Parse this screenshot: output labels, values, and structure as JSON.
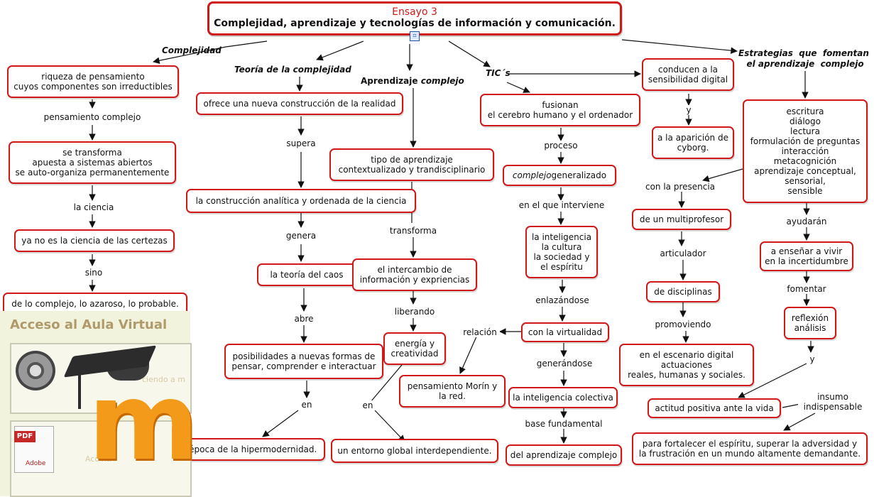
{
  "title": {
    "small": "Ensayo 3",
    "main": "Complejidad, aprendizaje y tecnologías de información y comunicación."
  },
  "branch_labels": {
    "complejidad": "Complejidad",
    "teoria": "Teoría  de  la  complejidad",
    "aprendizaje_1": "Aprendizaje ",
    "aprendizaje_2": "complejo",
    "tics": "TIC´s",
    "estrategias": "Estrategias  que  fomentan\n el aprendizaje  complejo"
  },
  "nodes": {
    "riqueza": "riqueza de pensamiento\ncuyos componentes son irreductibles",
    "se_transforma": "se transforma\napuesta a sistemas abiertos\nse auto-organiza permanentemente",
    "ya_no_es": "ya no es la ciencia de las certezas",
    "de_lo_complejo": "de lo complejo, lo azaroso, lo probable.",
    "ofrece": "ofrece una nueva construcción de la realidad",
    "construccion_analitica": "la construcción analítica y ordenada de la ciencia",
    "teoria_caos": "la teoría del caos",
    "posibilidades": "posibilidades a nuevas formas de\npensar, comprender e interactuar",
    "epoca": "la época de la hipermodernidad.",
    "tipo_aprendizaje": "tipo de aprendizaje\ncontextualizado y trandisciplinario",
    "intercambio": "el intercambio de\ninformación y expriencias",
    "energia": "energía y\ncreatividad",
    "entorno_global": "un entorno global interdependiente.",
    "pensamiento_morin": "pensamiento Morín y\nla red.",
    "fusionan": "fusionan\nel cerebro humano y el ordenador",
    "complejo_generalizado_a": "complejo",
    "complejo_generalizado_b": "  generalizado",
    "inteligencia_cultura": "la inteligencia\nla cultura\nla sociedad y\nel espíritu",
    "con_virtualidad": "con la virtualidad",
    "inteligencia_colectiva": "la inteligencia colectiva",
    "del_aprendizaje": "del aprendizaje complejo",
    "conducen": "conducen a la\nsensibilidad digital",
    "cyborg": "a la aparición de\ncyborg.",
    "multiprofesor": "de un multiprofesor",
    "disciplinas": "de disciplinas",
    "escenario_digital": "en el escenario digital\nactuaciones\nreales, humanas y sociales.",
    "escritura": "escritura\ndiálogo\nlectura\nformulación de preguntas\ninteracción\nmetacognición\naprendizaje conceptual,\nsensorial,\nsensible",
    "ensenar": "a enseñar a vivir\nen la incertidumbre",
    "reflexion": "reflexión\nanálisis",
    "actitud": "actitud positiva ante la vida",
    "fortalecer": "para fortalecer el espíritu, superar la adversidad y\nla frustración en un mundo altamente demandante."
  },
  "links": {
    "pensamiento_complejo": "pensamiento complejo",
    "la_ciencia": "la ciencia",
    "sino": "sino",
    "supera": "supera",
    "genera": "genera",
    "abre": "abre",
    "en_1": "en",
    "transforma": "transforma",
    "liberando": "liberando",
    "en_2": "en",
    "relacion": "relación",
    "proceso": "proceso",
    "en_el_que": "en el que interviene",
    "enlazandose": "enlazándose",
    "generandose": "generándose",
    "base_fundamental": "base fundamental",
    "y_1": "y",
    "con_la_presencia": "con la presencia",
    "articulador": "articulador",
    "promoviendo": "promoviendo",
    "ayudaran": "ayudarán",
    "fomentar": "fomentar",
    "y_2": "y",
    "insumo": "insumo\nindispensable"
  },
  "sidebar": {
    "title": "Acceso al Aula Virtual",
    "pdf_tag": "PDF",
    "adobe": "Adobe",
    "faded_1": "ciendo a m",
    "faded_2": "Acc       nti"
  },
  "colors": {
    "accent": "#d01818",
    "moodle_orange": "#f39a1b",
    "panel_bg": "#f1f3dd"
  },
  "icons": [
    "map-hub-icon",
    "film-reel-icon",
    "graduation-cap-icon",
    "pdf-document-icon"
  ]
}
